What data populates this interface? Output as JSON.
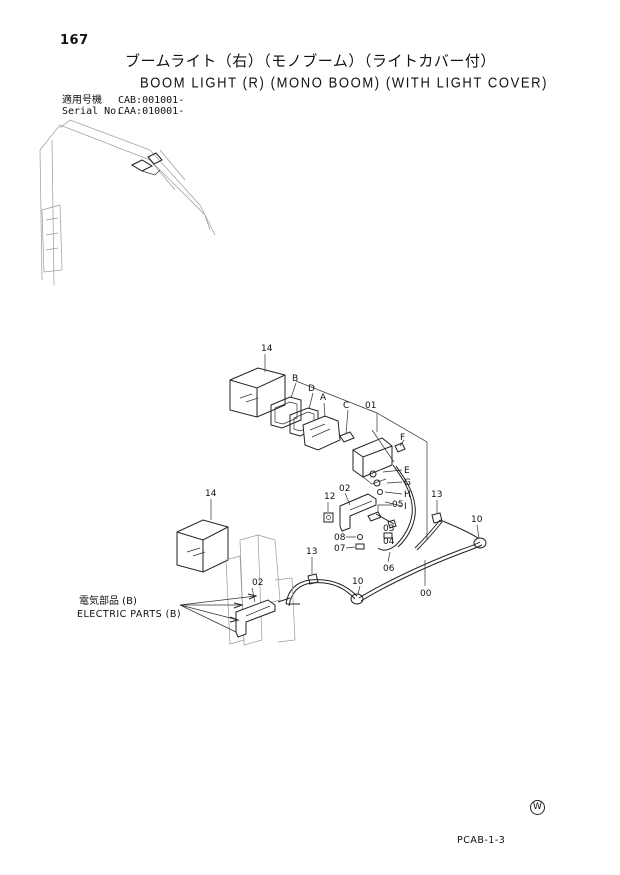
{
  "page_number": "167",
  "title_ja": "ブームライト（右）（モノブーム）（ライトカバー付）",
  "title_en": "BOOM LIGHT (R) (MONO BOOM) (WITH LIGHT COVER)",
  "serial": {
    "ja_label": "適用号機",
    "ja_value": "CAB:001001-",
    "en_label": "Serial No.",
    "en_value": "CAA:010001-"
  },
  "callouts": {
    "c14a": "14",
    "c14b": "14",
    "cB": "B",
    "cD": "D",
    "cA": "A",
    "cC": "C",
    "c01": "01",
    "cF": "F",
    "cE": "E",
    "cG": "G",
    "cH": "H",
    "cI": "I",
    "c12": "12",
    "c02a": "02",
    "c02b": "02",
    "c03": "03",
    "c04": "04",
    "c08": "08",
    "c07": "07",
    "c05": "05",
    "c06": "06",
    "c13a": "13",
    "c13b": "13",
    "c10a": "10",
    "c10b": "10",
    "c00": "00"
  },
  "electric_parts": {
    "ja": "電気部品 (B)",
    "en": "ELECTRIC PARTS (B)"
  },
  "maker_mark": "W",
  "ref_code": "PCAB-1-3"
}
